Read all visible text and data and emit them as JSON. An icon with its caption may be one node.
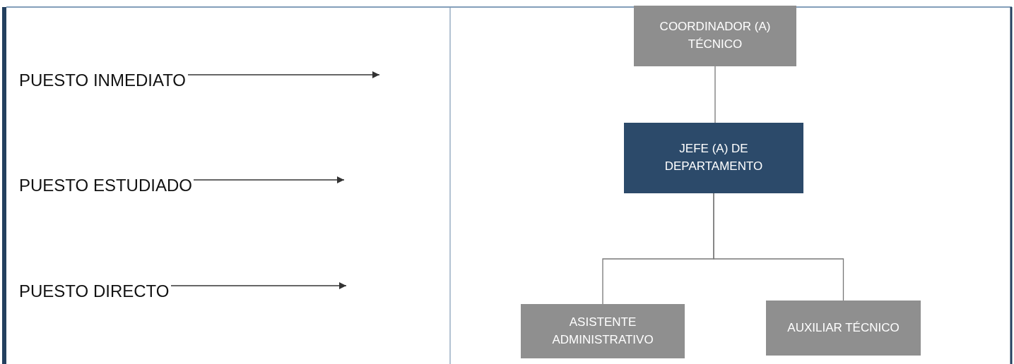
{
  "diagram": {
    "nodes": [
      {
        "text": [
          "PUESTO INMEDIATO"
        ]
      },
      {
        "text": [
          "PUESTO ESTUDIADO"
        ]
      },
      {
        "text": [
          "PUESTO DIRECTO"
        ]
      },
      {
        "text": [
          "COORDINADOR (A) TÉCNICO"
        ]
      },
      {
        "text": [
          "JEFE (A) DE DEPARTAMENTO"
        ]
      },
      {
        "text": [
          "ASISTENTE ADMINISTRATIVO"
        ]
      },
      {
        "text": [
          "AUXILIAR TÉCNICO"
        ]
      }
    ],
    "edges": [
      {
        "from": 0,
        "to": null,
        "arrow": "to"
      },
      {
        "from": 1,
        "to": null,
        "arrow": "to"
      },
      {
        "from": 2,
        "to": null,
        "arrow": "to"
      },
      {
        "from": 3,
        "to": 4,
        "arrow": "none"
      },
      {
        "from": 4,
        "to": 5,
        "arrow": "none"
      },
      {
        "from": 4,
        "to": 6,
        "arrow": "none"
      }
    ]
  }
}
